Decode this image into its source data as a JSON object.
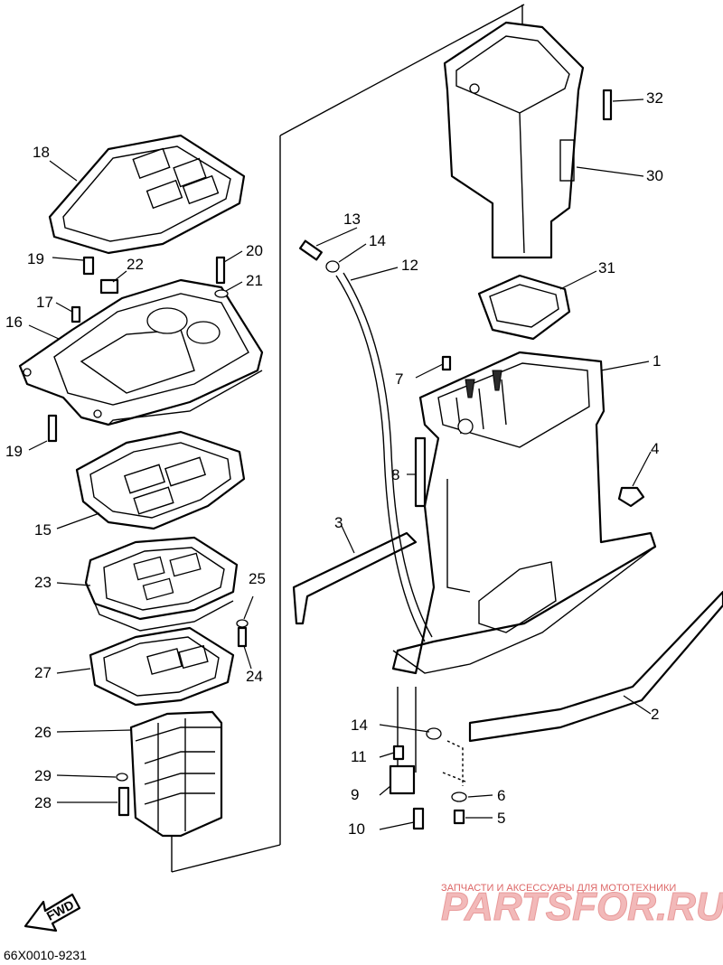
{
  "callouts": {
    "c1": "1",
    "c2": "2",
    "c3": "3",
    "c4": "4",
    "c5": "5",
    "c6": "6",
    "c7": "7",
    "c8": "8",
    "c9": "9",
    "c10": "10",
    "c11": "11",
    "c12": "12",
    "c13": "13",
    "c14a": "14",
    "c14b": "14",
    "c15": "15",
    "c16": "16",
    "c17": "17",
    "c18": "18",
    "c19a": "19",
    "c19b": "19",
    "c20": "20",
    "c21": "21",
    "c22": "22",
    "c23": "23",
    "c24": "24",
    "c25": "25",
    "c26": "26",
    "c27": "27",
    "c28": "28",
    "c29": "29",
    "c30": "30",
    "c31": "31",
    "c32": "32"
  },
  "fwd_label": "FWD",
  "diagram_code": "66X0010-9231",
  "watermark": {
    "tagline": "ЗАПЧАСТИ И АКСЕССУАРЫ ДЛЯ МОТОТЕХНИКИ",
    "brand": "PARTSFOR.RU"
  }
}
